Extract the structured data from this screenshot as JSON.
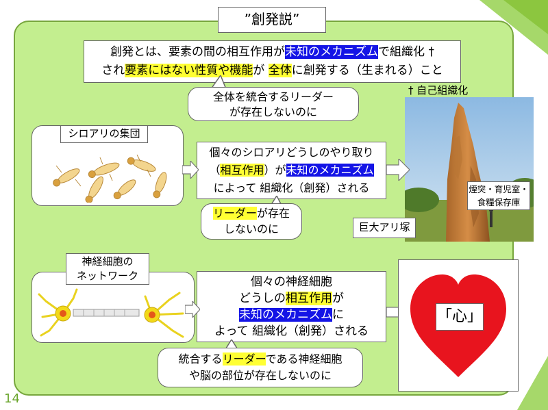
{
  "slide": {
    "title": "”創発説”",
    "page_number": "14",
    "colors": {
      "panel": "#c3ee8f",
      "highlight_blue": "#1414e6",
      "highlight_yellow": "#ffff33",
      "heart": "#e8141e"
    }
  },
  "definition": {
    "l1_a": "創発とは、要素の間の相互作用が",
    "l1_b": "未知のメカニズム",
    "l1_c": "で組織化 †",
    "l2_a": "され",
    "l2_b": "要素にはない性質や機能",
    "l2_c": "が",
    "l2_d": "全体",
    "l2_e": "に創発する（生まれる）こと"
  },
  "leader_note": {
    "l1": "全体を統合するリーダー",
    "l2": "が存在しないのに"
  },
  "termites": {
    "label": "シロアリの集団",
    "text_l1": "個々のシロアリどうしのやり取り",
    "text_l2_a": "（",
    "text_l2_b": "相互作用",
    "text_l2_c": "）が",
    "text_l2_d": "未知のメカニズム",
    "text_l3": "によって 組織化（創発）される",
    "bubble_l1_a": "リーダー",
    "bubble_l1_b": "が存在",
    "bubble_l2": "しないのに"
  },
  "mound": {
    "caption": "† 自己組織化",
    "features_l1": "煙突・育児室・",
    "features_l2": "食糧保存庫",
    "label": "巨大アリ塚"
  },
  "neurons": {
    "label_l1": "神経細胞の",
    "label_l2": "ネットワーク",
    "text_l1": "個々の神経細胞",
    "text_l2_a": "どうしの",
    "text_l2_b": "相互作用",
    "text_l2_c": "が",
    "text_l3_a": "未知のメカニズム",
    "text_l3_b": "に",
    "text_l4": "よって 組織化（創発）される",
    "bubble_l1_a": "統合する",
    "bubble_l1_b": "リーダー",
    "bubble_l1_c": "である神経細胞",
    "bubble_l2": "や脳の部位が存在しないのに"
  },
  "heart": {
    "label": "「心」"
  }
}
